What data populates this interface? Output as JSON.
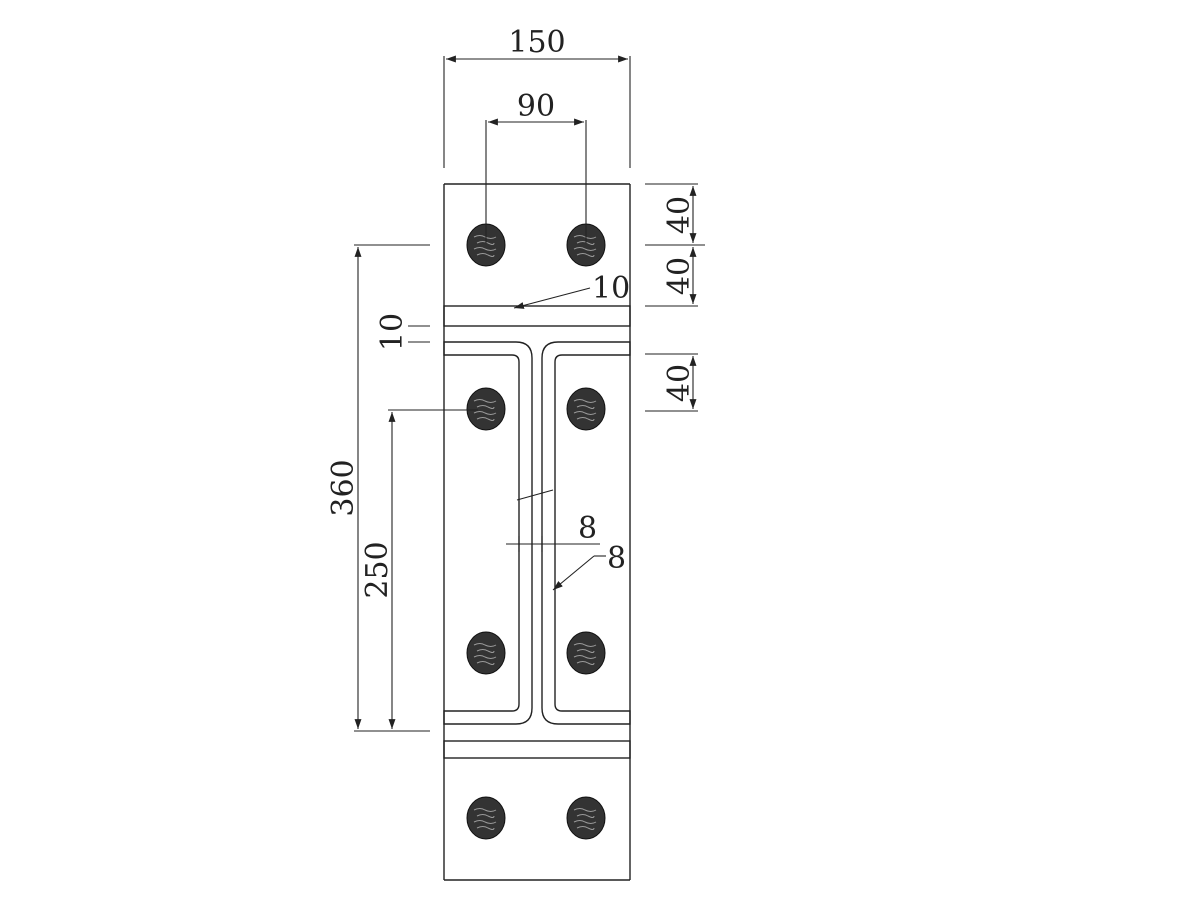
{
  "drawing": {
    "dimensions": {
      "overall_width": "150",
      "bolt_spacing": "90",
      "top_edge": "40",
      "top_gap": "40",
      "lower_edge": "40",
      "plate_thickness": "10",
      "plate_gap": "10",
      "total_height": "360",
      "bolt_height": "250",
      "web_thickness": "8",
      "weld_size": "8"
    },
    "colors": {
      "line": "#222222",
      "bolt": "#333333",
      "bolt_mark": "#9a9a9a",
      "background": "#ffffff"
    }
  }
}
